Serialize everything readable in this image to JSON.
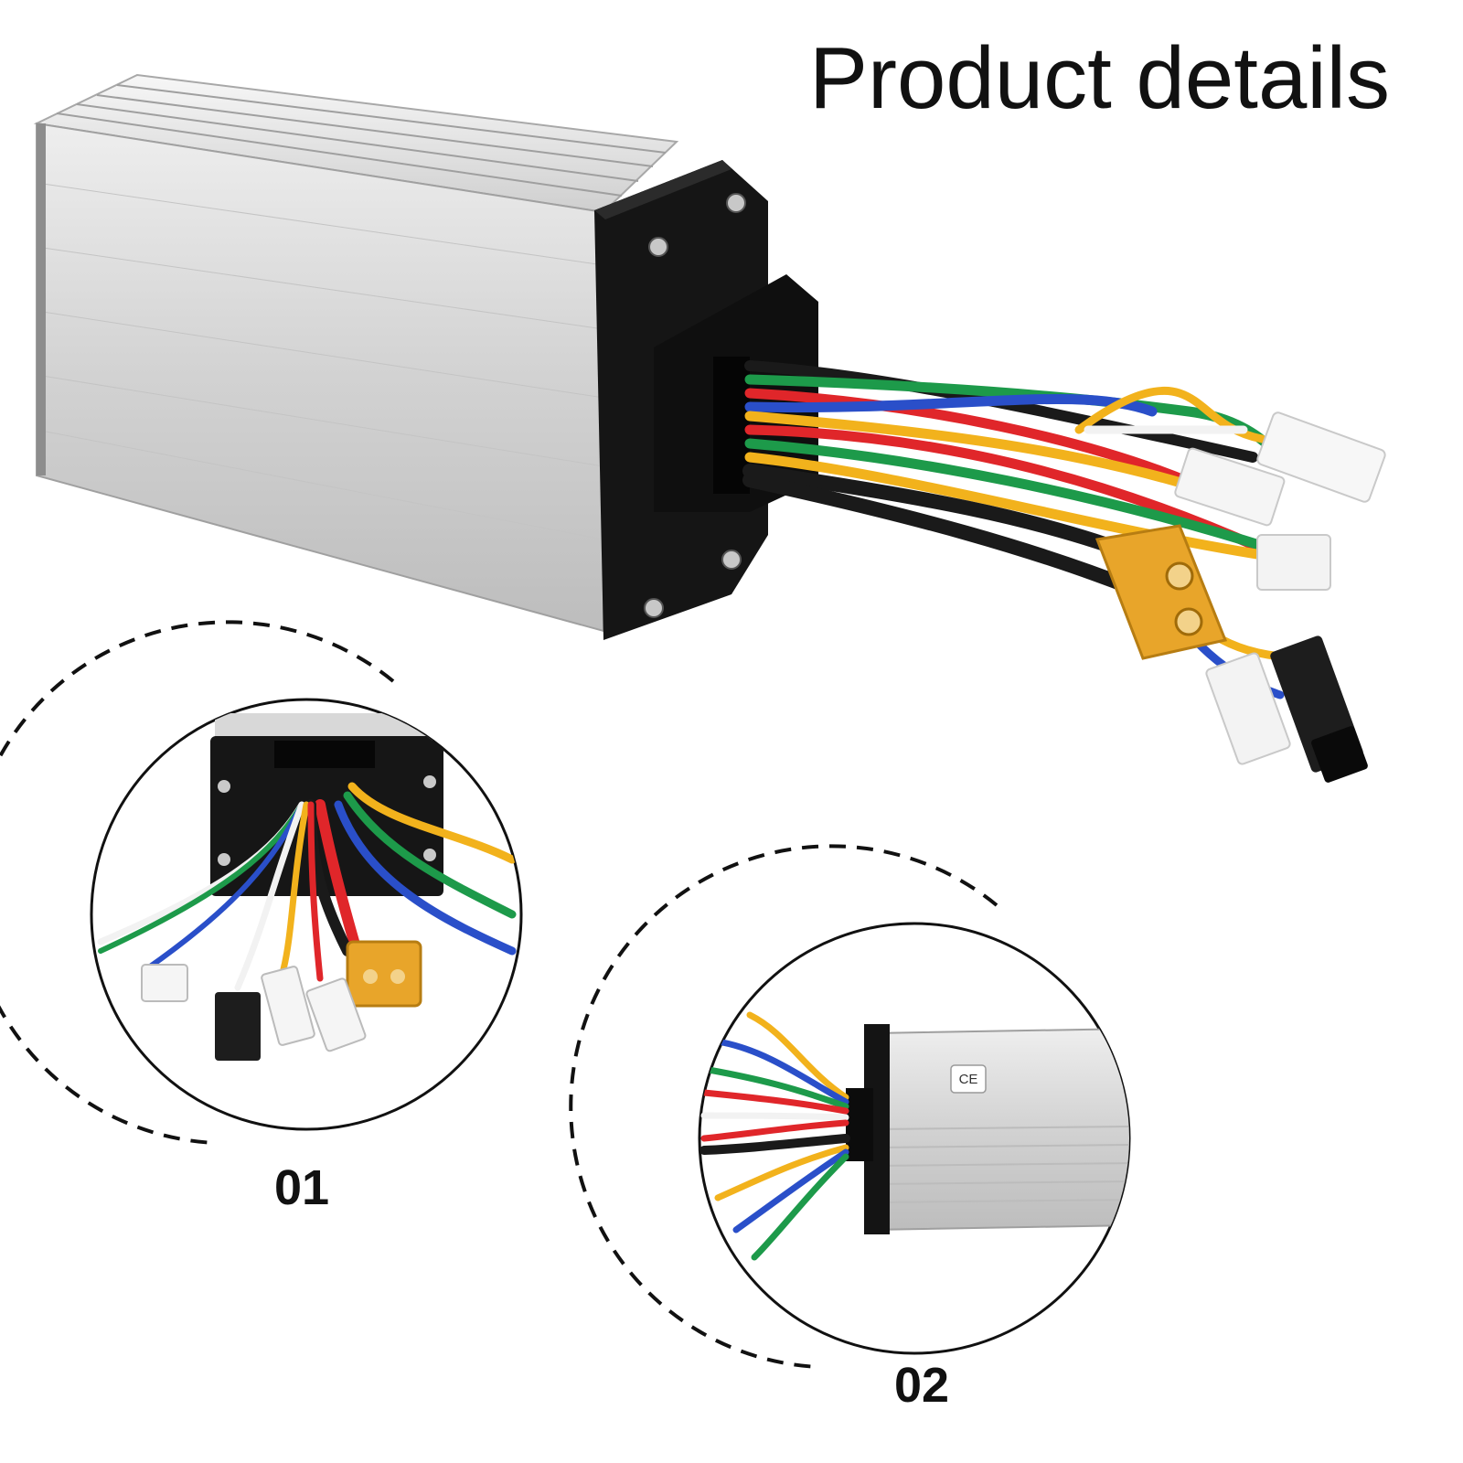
{
  "header": {
    "title": "Product details"
  },
  "detail_views": [
    {
      "number": "01"
    },
    {
      "number": "02"
    }
  ],
  "product": {
    "badge": "CE"
  },
  "colors": {
    "housing": "#d9d9d9",
    "end_cap": "#151515",
    "connector": "#e8a52a",
    "wire_red": "#e0262a",
    "wire_green": "#1d9a4a",
    "wire_blue": "#2a4fc9",
    "wire_yellow": "#f2b21c",
    "wire_black": "#1a1a1a",
    "wire_white": "#f2f2f2"
  }
}
